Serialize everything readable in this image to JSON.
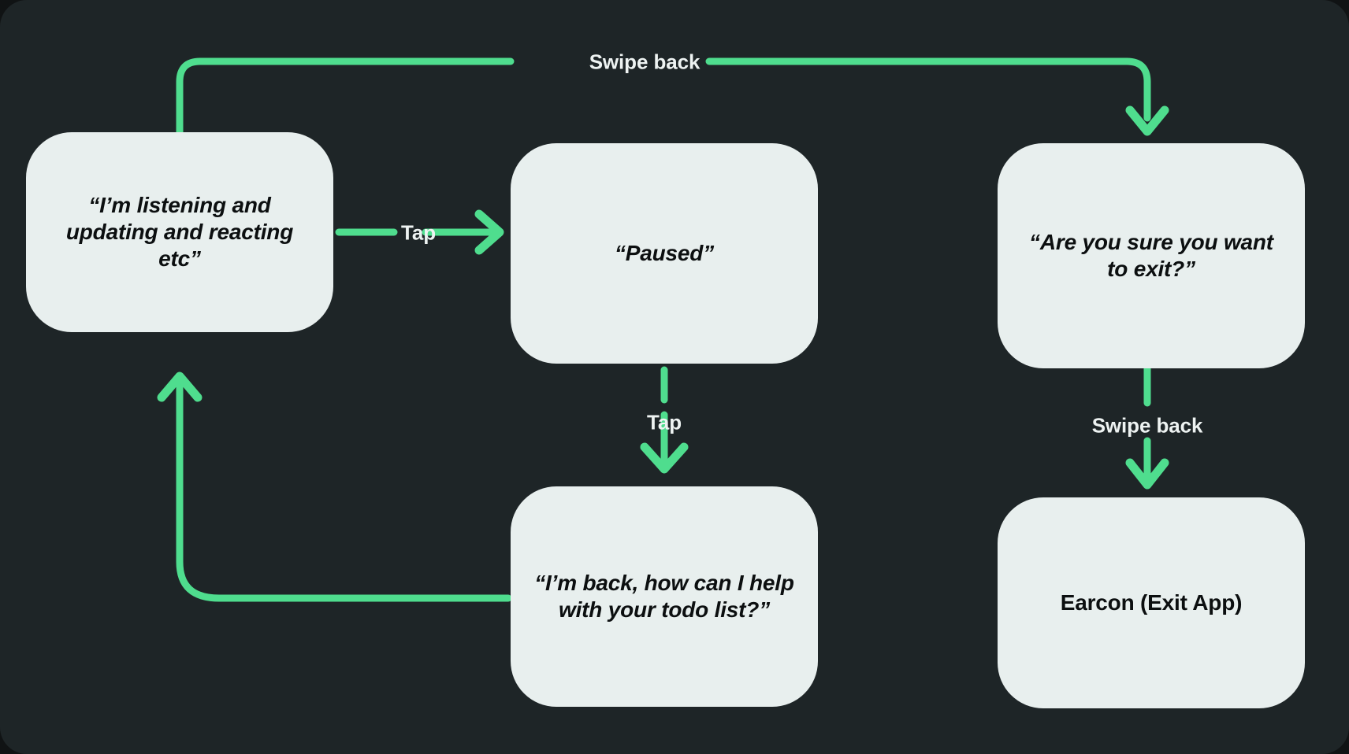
{
  "diagram": {
    "title": "Voice assistant pause / exit state flow",
    "background_color": "#1e2527",
    "node_fill_color": "#e8efee",
    "node_text_color": "#0c0f10",
    "accent_color": "#4fdd8e",
    "label_text_color": "#eef3f2",
    "nodes": [
      {
        "id": "listening",
        "label": "“I’m listening and updating and reacting etc”",
        "style": "italic"
      },
      {
        "id": "paused",
        "label": "“Paused”",
        "style": "italic"
      },
      {
        "id": "confirm-exit",
        "label": "“Are you sure you want to exit?”",
        "style": "italic"
      },
      {
        "id": "im-back",
        "label": "“I’m back, how can I help with your todo list?”",
        "style": "italic"
      },
      {
        "id": "earcon",
        "label": "Earcon (Exit App)",
        "style": "upright"
      }
    ],
    "edges": [
      {
        "id": "listening-to-paused",
        "from": "listening",
        "to": "paused",
        "label": "Tap"
      },
      {
        "id": "paused-to-im-back",
        "from": "paused",
        "to": "im-back",
        "label": "Tap"
      },
      {
        "id": "im-back-to-listening",
        "from": "im-back",
        "to": "listening",
        "label": ""
      },
      {
        "id": "listening-to-confirm-exit",
        "from": "listening",
        "to": "confirm-exit",
        "label": "Swipe back"
      },
      {
        "id": "confirm-exit-to-earcon",
        "from": "confirm-exit",
        "to": "earcon",
        "label": "Swipe back"
      }
    ]
  }
}
